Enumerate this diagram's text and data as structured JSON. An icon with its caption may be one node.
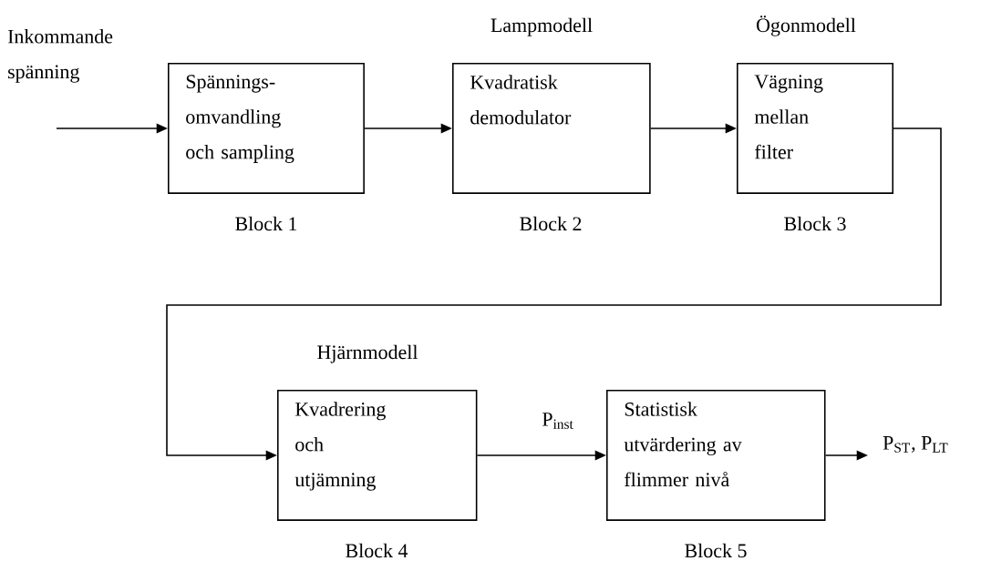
{
  "diagram": {
    "nodes": [
      {
        "text": [
          "Spännings- omvandling och sampling"
        ],
        "beside": [
          "Block 1"
        ]
      },
      {
        "text": [
          "Lampmodell",
          "Kvadratisk demodulator"
        ],
        "beside": [
          "Block 2"
        ]
      },
      {
        "text": [
          "Ögonmodell",
          "Vägning mellan filter"
        ],
        "beside": [
          "Block 3"
        ]
      },
      {
        "text": [
          "Hjärnmodell",
          "Kvadrering och utjämning"
        ],
        "beside": [
          "Block 4"
        ]
      },
      {
        "text": [
          "Statistisk utvärdering av flimmer nivå"
        ],
        "beside": [
          "Block 5"
        ]
      }
    ],
    "edges": [
      {
        "from": null,
        "to": 0,
        "arrow": "to",
        "label": "Inkommande spänning"
      },
      {
        "from": 0,
        "to": 1,
        "arrow": "to"
      },
      {
        "from": 1,
        "to": 2,
        "arrow": "to"
      },
      {
        "from": 2,
        "to": 3,
        "arrow": "to"
      },
      {
        "from": 3,
        "to": 4,
        "arrow": "to",
        "label": "P$_{inst}$"
      },
      {
        "from": 4,
        "to": null,
        "arrow": "to",
        "label": "P$_{ST}$, P$_{LT}$"
      }
    ]
  }
}
